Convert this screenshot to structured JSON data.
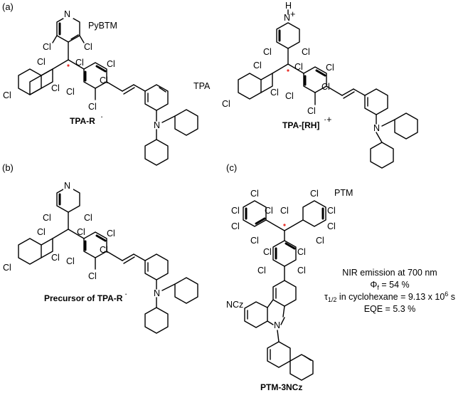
{
  "panels": {
    "a": "(a)",
    "b": "(b)",
    "c": "(c)"
  },
  "panel_a": {
    "left_molecule": {
      "name_label": "TPA-R",
      "name_sup": "·",
      "pybtm_label": "PyBTM",
      "tpa_label": "TPA",
      "atom_N": "N",
      "atom_N_amine": "N",
      "cl": [
        "Cl",
        "Cl",
        "Cl",
        "Cl",
        "Cl",
        "Cl",
        "Cl",
        "Cl",
        "Cl"
      ]
    },
    "right_molecule": {
      "name_label": "TPA-[RH]",
      "name_sup": "·+",
      "protonated_H": "H",
      "protonated_N": "N",
      "protonated_plus": "+",
      "atom_N_amine": "N"
    }
  },
  "panel_b": {
    "name_label": "Precursor of TPA-R",
    "name_sup": "·",
    "atom_N": "N",
    "atom_N_amine": "N"
  },
  "panel_c": {
    "ptm_label": "PTM",
    "ncz_label": "NCz",
    "name_label": "PTM-3NCz",
    "atom_N": "N",
    "properties": {
      "line1": "NIR emission at 700 nm",
      "line2_sym": "Φ",
      "line2_sub": "f",
      "line2_rest": " = 54 %",
      "line3_sym": "τ",
      "line3_sub": "1/2",
      "line3_mid": " in cyclohexane = 9.13 x 10",
      "line3_sup": "6",
      "line3_end": " s",
      "line4": "EQE = 5.3 %"
    }
  },
  "atom_symbol_cl": "Cl",
  "colors": {
    "radical_dot": "#e8332c",
    "ink": "#000000"
  }
}
